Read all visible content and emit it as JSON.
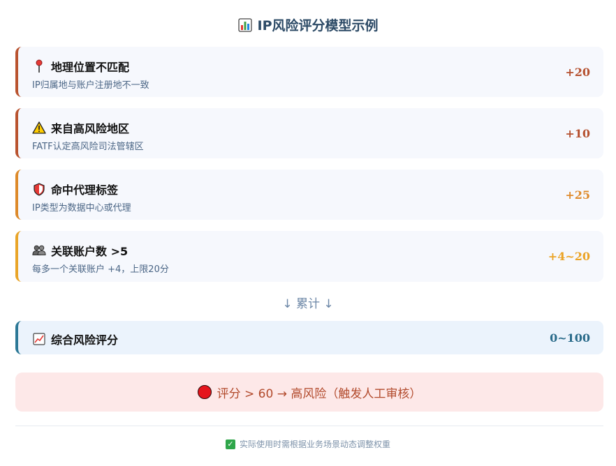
{
  "title": "IP风险评分模型示例",
  "factors": [
    {
      "label": "地理位置不匹配",
      "desc": "IP归属地与账户注册地不一致",
      "score": "+20",
      "icon": "pin-icon"
    },
    {
      "label": "来自高风险地区",
      "desc": "FATF认定高风险司法管辖区",
      "score": "+10",
      "icon": "warning-icon"
    },
    {
      "label": "命中代理标签",
      "desc": "IP类型为数据中心或代理",
      "score": "+25",
      "icon": "shield-icon"
    },
    {
      "label": "关联账户数 >5",
      "desc": "每多一个关联账户 +4，上限20分",
      "score": "+4~20",
      "icon": "users-icon"
    }
  ],
  "sum_label": "↓ 累计 ↓",
  "total": {
    "label": "综合风险评分",
    "score": "0~100",
    "icon": "trend-chart-icon"
  },
  "alert": {
    "text": "评分 > 60 → 高风险（触发人工审核）",
    "icon": "red-circle-icon"
  },
  "footer": {
    "text": "实际使用时需根据业务场景动态调整权重",
    "icon": "checkmark-icon"
  },
  "colors": {
    "high": "#b5502f",
    "medium": "#df8a2a",
    "low": "#eba325",
    "total": "#2a6b8a",
    "alert_bg": "#fde8e8"
  }
}
